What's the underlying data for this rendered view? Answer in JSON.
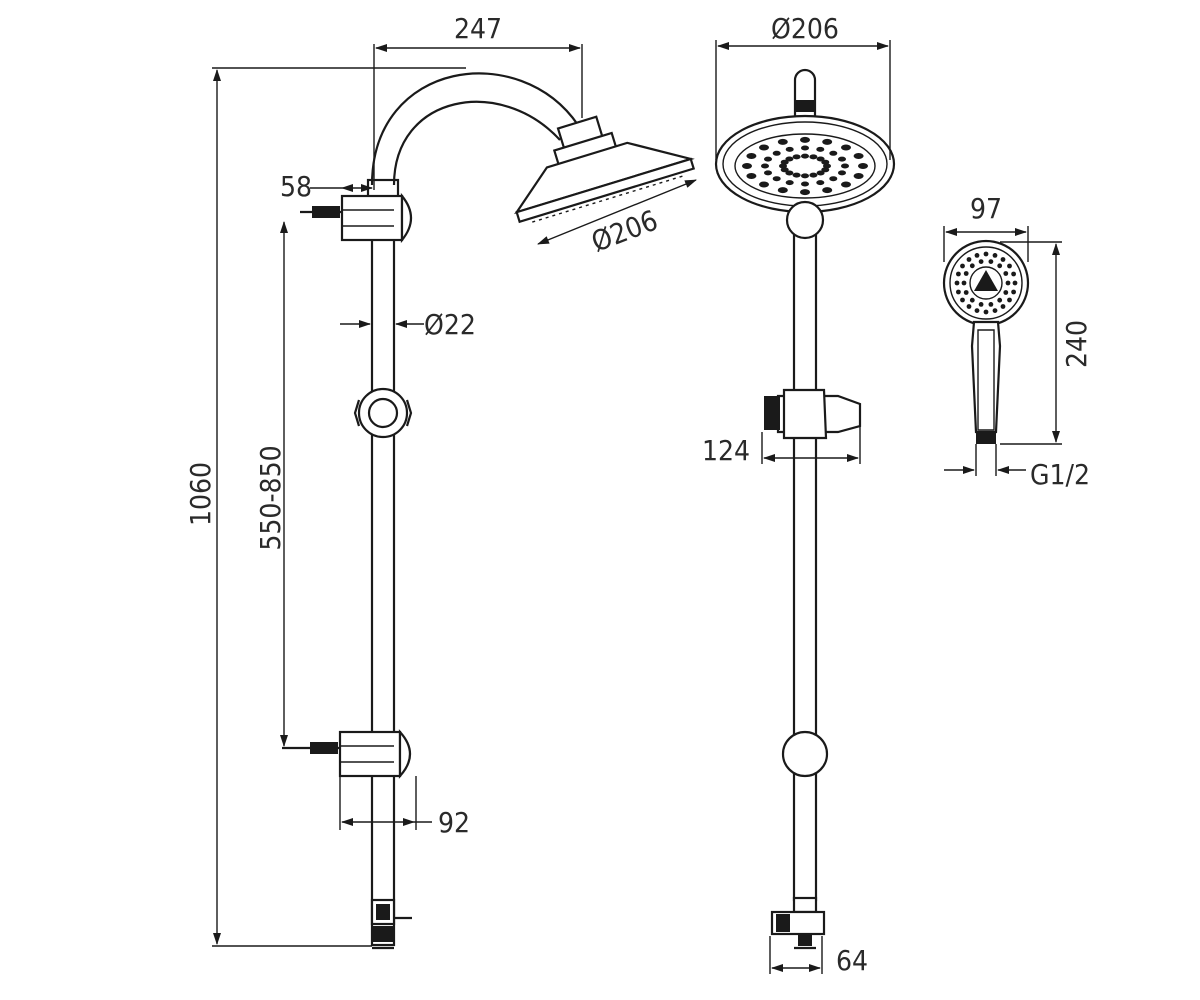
{
  "dimensions": {
    "width_247": "247",
    "head_dia_top": "Ø206",
    "head_dia_tilted": "Ø206",
    "arm_58": "58",
    "pipe_dia": "Ø22",
    "total_height": "1060",
    "bracket_spacing": "550-850",
    "bracket_92": "92",
    "holder_124": "124",
    "valve_64": "64",
    "hand_width": "97",
    "hand_length": "240",
    "thread": "G1/2"
  }
}
